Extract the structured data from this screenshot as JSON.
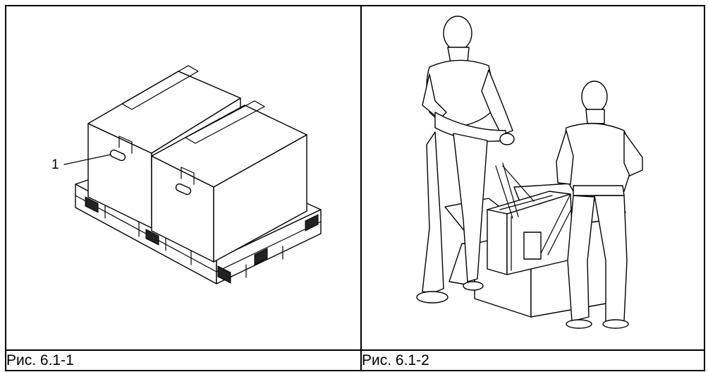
{
  "figures": [
    {
      "caption": "Рис. 6.1-1",
      "callouts": [
        {
          "label": "1",
          "target": "handle-slot"
        }
      ],
      "icon": "boxes-on-pallet-illustration"
    },
    {
      "caption": "Рис. 6.1-2",
      "icon": "two-people-lifting-device-illustration"
    }
  ]
}
